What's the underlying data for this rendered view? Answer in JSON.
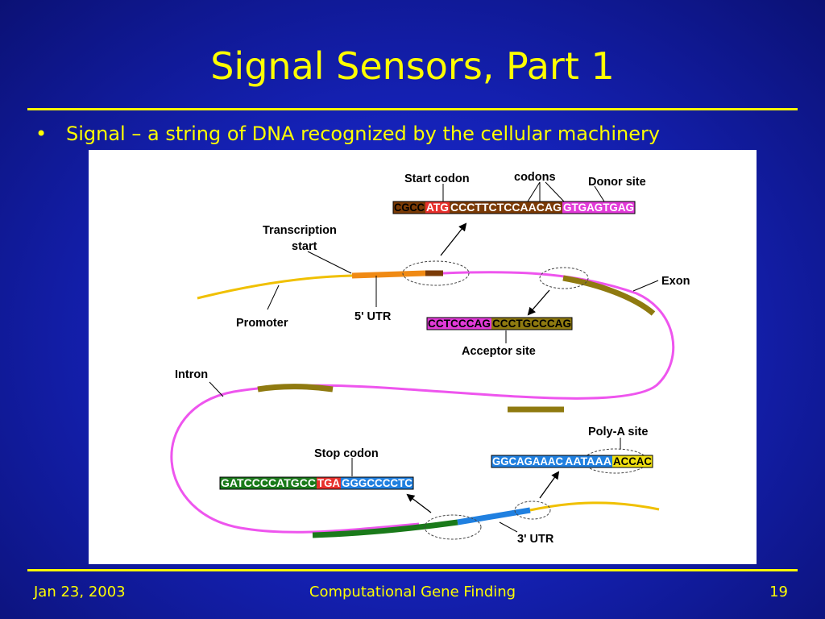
{
  "slide": {
    "title": "Signal Sensors, Part 1",
    "bullet": "Signal – a string of DNA recognized by the cellular machinery"
  },
  "footer": {
    "date": "Jan 23, 2003",
    "course": "Computational Gene Finding",
    "page": "19"
  },
  "diagram": {
    "labels": {
      "start_codon": "Start codon",
      "codons": "codons",
      "donor_site": "Donor site",
      "transcription_start_line1": "Transcription",
      "transcription_start_line2": "start",
      "exon": "Exon",
      "promoter": "Promoter",
      "utr5": "5' UTR",
      "acceptor_site": "Acceptor site",
      "intron": "Intron",
      "poly_a_site": "Poly-A site",
      "stop_codon": "Stop codon",
      "utr3": "3' UTR"
    },
    "sequences": {
      "donor": [
        {
          "text": "CGCC",
          "bg": "#7a3a06",
          "fg": "#000000"
        },
        {
          "text": "ATG",
          "bg": "#e8302c",
          "fg": "#ffffff"
        },
        {
          "text": "CCCTTCTCCAACAG",
          "bg": "#7a3a06",
          "fg": "#ffffff"
        },
        {
          "text": "GTGAGTGAG",
          "bg": "#e23ad8",
          "fg": "#ffffff"
        }
      ],
      "acceptor": [
        {
          "text": "CCTCCCAG",
          "bg": "#e23ad8",
          "fg": "#000000"
        },
        {
          "text": "CCCTGCCCAG",
          "bg": "#8f7a10",
          "fg": "#000000"
        }
      ],
      "polya": [
        {
          "text": "GGCAGAAAC",
          "bg": "#2080e0",
          "fg": "#ffffff"
        },
        {
          "text": "AATAAA",
          "bg": "#2080e0",
          "fg": "#ffffff"
        },
        {
          "text": "ACCAC",
          "bg": "#f0e010",
          "fg": "#000000"
        }
      ],
      "stop": [
        {
          "text": "GATCCCCATGCC",
          "bg": "#1a7a1a",
          "fg": "#ffffff"
        },
        {
          "text": "TGA",
          "bg": "#e8302c",
          "fg": "#ffffff"
        },
        {
          "text": "GGGCCCCTC",
          "bg": "#2080e0",
          "fg": "#ffffff"
        }
      ]
    },
    "colors": {
      "promoter_strand": "#f0c000",
      "utr5": "#f08a14",
      "start_block": "#7a3a06",
      "intron": "#ee55ee",
      "exon": "#8f7a10",
      "stop_exon": "#1a7a1a",
      "utr3": "#2080e0"
    }
  }
}
